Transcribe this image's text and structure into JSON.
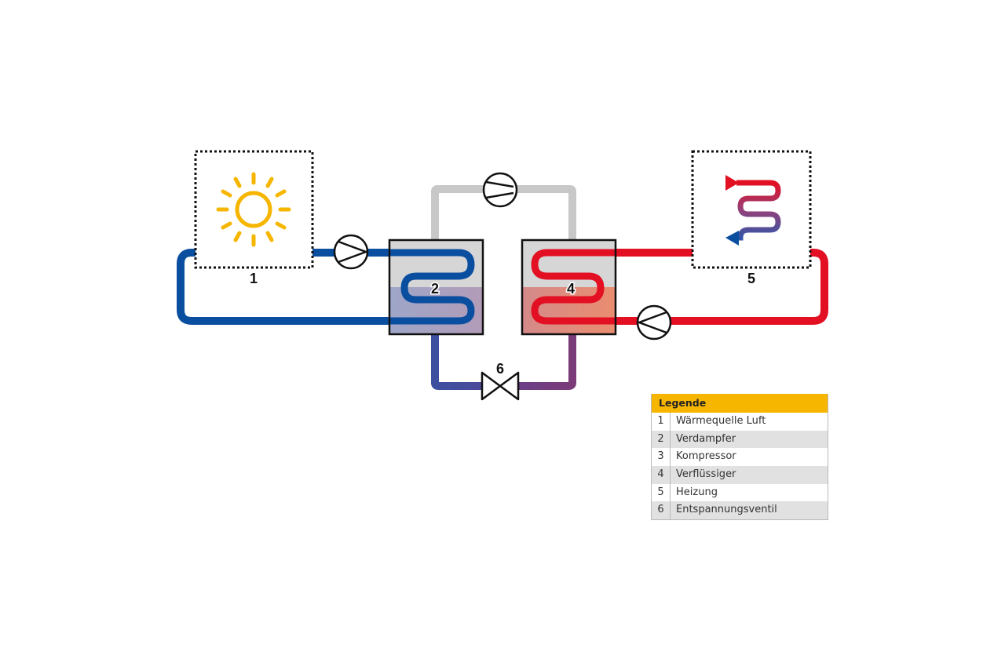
{
  "diagram": {
    "labels": [
      "1",
      "2",
      "4",
      "5",
      "6"
    ]
  },
  "legend": {
    "title": "Legende",
    "items": [
      {
        "num": "1",
        "label": "Wärmequelle Luft"
      },
      {
        "num": "2",
        "label": "Verdampfer"
      },
      {
        "num": "3",
        "label": "Kompressor"
      },
      {
        "num": "4",
        "label": "Verflüssiger"
      },
      {
        "num": "5",
        "label": "Heizung"
      },
      {
        "num": "6",
        "label": "Entspannungsventil"
      }
    ]
  },
  "colors": {
    "cold": "#0a4ea0",
    "hot": "#e30f22",
    "refrigerant_gas": "#c8c8c8",
    "sun": "#f6b600",
    "legend_header": "#f6b600"
  }
}
